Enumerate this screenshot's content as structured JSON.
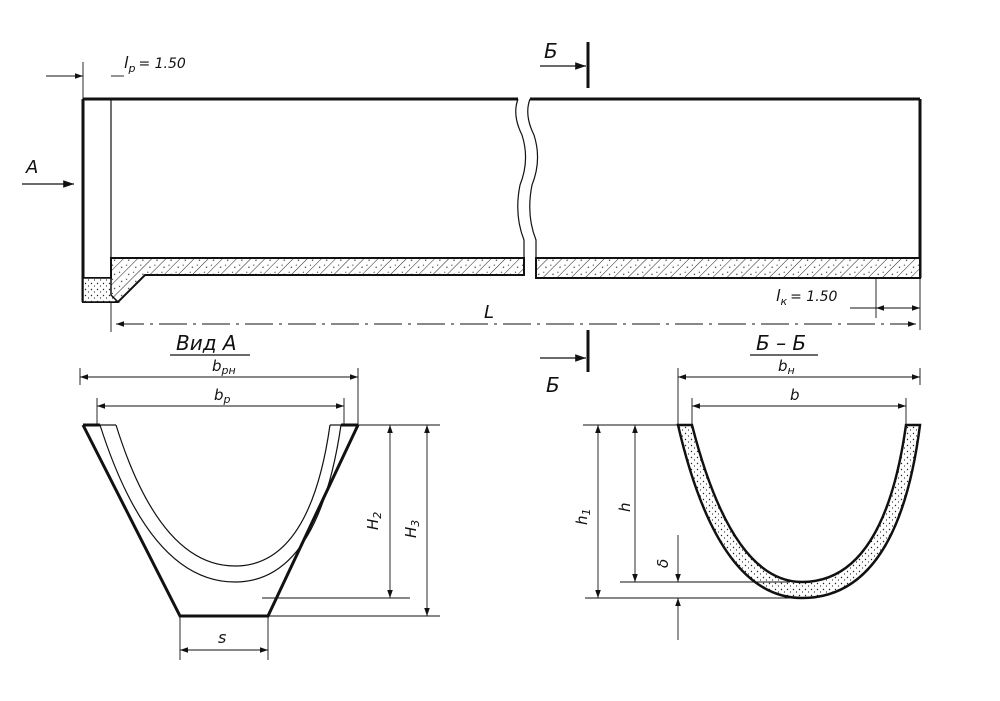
{
  "labels": {
    "lp": "l",
    "lp_sub": "p",
    "lp_value": "= 1.50",
    "view_a_arrow": "А",
    "section_b_top": "Б",
    "section_b_bottom": "Б",
    "lk": "l",
    "lk_sub": "к",
    "lk_value": "= 1.50",
    "length": "L",
    "view_a_title": "Вид А",
    "section_title": "Б – Б",
    "b_pn": "b",
    "b_pn_sub": "pн",
    "b_p": "b",
    "b_p_sub": "p",
    "h2": "H",
    "h2_sub": "2",
    "h3": "H",
    "h3_sub": "3",
    "s": "s",
    "b_n": "b",
    "b_n_sub": "н",
    "b": "b",
    "h1": "h",
    "h1_sub": "1",
    "h": "h",
    "delta": "δ"
  }
}
